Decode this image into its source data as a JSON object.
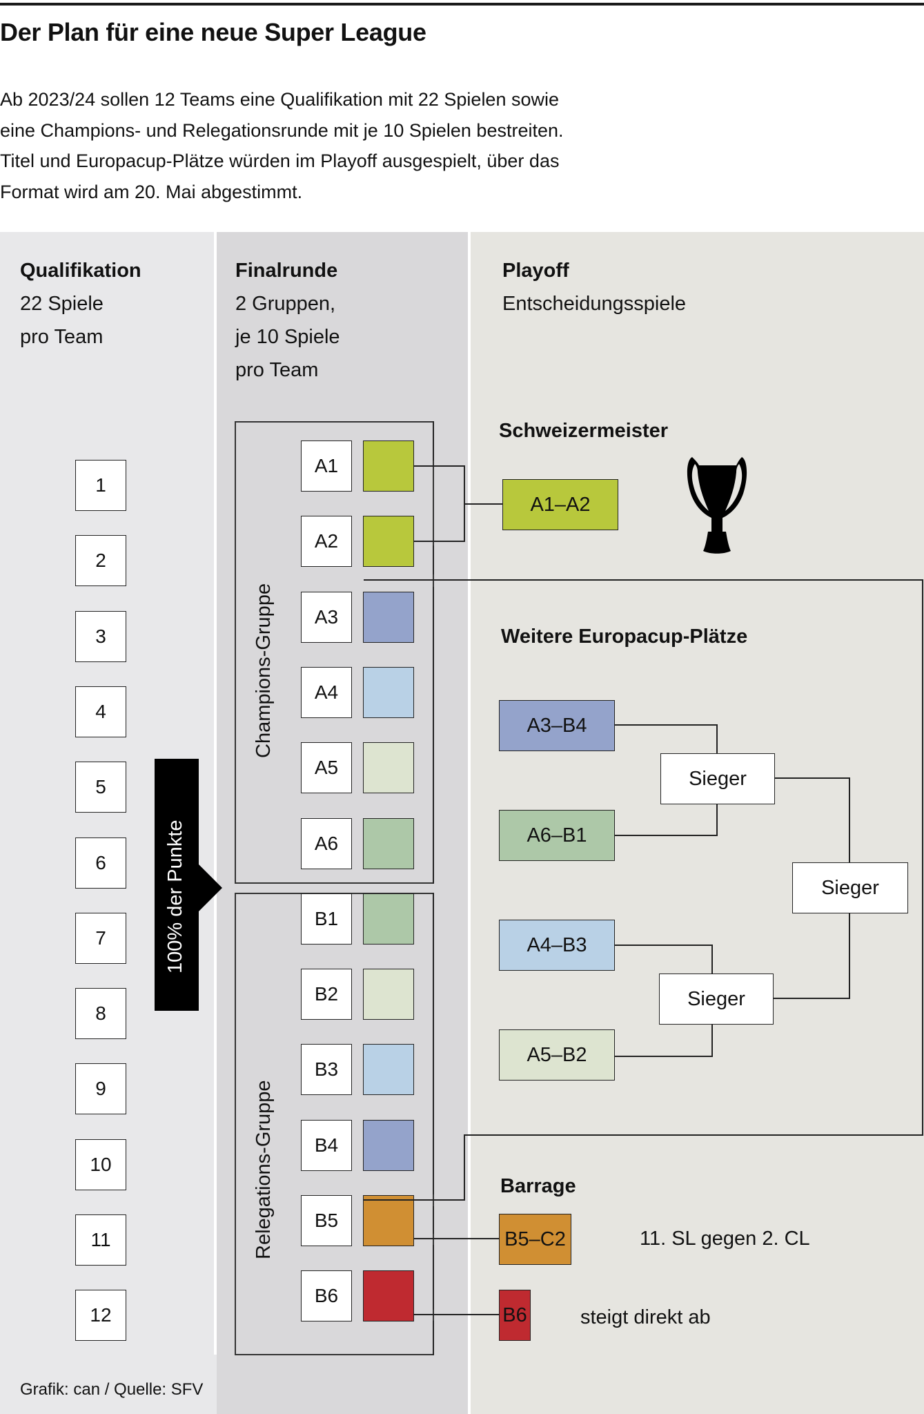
{
  "header": {
    "title": "Der Plan für eine neue Super League",
    "intro_lines": [
      "Ab 2023/24 sollen 12 Teams eine Qualifikation mit 22 Spielen sowie",
      "eine Champions- und Relegationsrunde mit je 10 Spielen bestreiten.",
      "Titel und Europacup-Plätze würden im Playoff ausgespielt, über das",
      "Format wird am 20. Mai abgestimmt."
    ]
  },
  "columns": {
    "qualifikation": {
      "title": "Qualifikation",
      "lines": [
        "22 Spiele",
        "pro Team"
      ]
    },
    "finalrunde": {
      "title": "Finalrunde",
      "lines": [
        "2 Gruppen,",
        "je 10 Spiele",
        "pro Team"
      ]
    },
    "playoff": {
      "title": "Playoff",
      "lines": [
        "Entscheidungsspiele"
      ]
    }
  },
  "qualifikation_ranks": [
    "1",
    "2",
    "3",
    "4",
    "5",
    "6",
    "7",
    "8",
    "9",
    "10",
    "11",
    "12"
  ],
  "points_label": "100% der Punkte",
  "groups": {
    "champions": {
      "label": "Champions-Gruppe",
      "teams": [
        {
          "label": "A1",
          "color": "#b8c83c"
        },
        {
          "label": "A2",
          "color": "#b8c83c"
        },
        {
          "label": "A3",
          "color": "#94a3cb"
        },
        {
          "label": "A4",
          "color": "#b9d1e6"
        },
        {
          "label": "A5",
          "color": "#dde4d0"
        },
        {
          "label": "A6",
          "color": "#adc8a8"
        }
      ]
    },
    "relegation": {
      "label": "Relegations-Gruppe",
      "teams": [
        {
          "label": "B1",
          "color": "#adc8a8"
        },
        {
          "label": "B2",
          "color": "#dde4d0"
        },
        {
          "label": "B3",
          "color": "#b9d1e6"
        },
        {
          "label": "B4",
          "color": "#94a3cb"
        },
        {
          "label": "B5",
          "color": "#d08f33"
        },
        {
          "label": "B6",
          "color": "#bf2a30"
        }
      ]
    }
  },
  "playoff": {
    "champion": {
      "title": "Schweizermeister",
      "match": {
        "label": "A1–A2",
        "color": "#b8c83c"
      },
      "icon": "trophy-icon"
    },
    "europacup": {
      "title": "Weitere Europacup-Plätze",
      "matches": [
        {
          "label": "A3–B4",
          "color": "#94a3cb"
        },
        {
          "label": "A6–B1",
          "color": "#adc8a8"
        },
        {
          "label": "A4–B3",
          "color": "#b9d1e6"
        },
        {
          "label": "A5–B2",
          "color": "#dde4d0"
        }
      ],
      "semi_winner_1": "Sieger",
      "semi_winner_2": "Sieger",
      "final_winner": "Sieger"
    },
    "barrage": {
      "title": "Barrage",
      "match": {
        "label": "B5–C2",
        "color": "#d08f33",
        "note": "11. SL gegen 2. CL"
      },
      "relegated": {
        "label": "B6",
        "color": "#bf2a30",
        "note": "steigt direkt ab"
      }
    }
  },
  "footer": {
    "credit": "Grafik: can / Quelle: SFV"
  }
}
